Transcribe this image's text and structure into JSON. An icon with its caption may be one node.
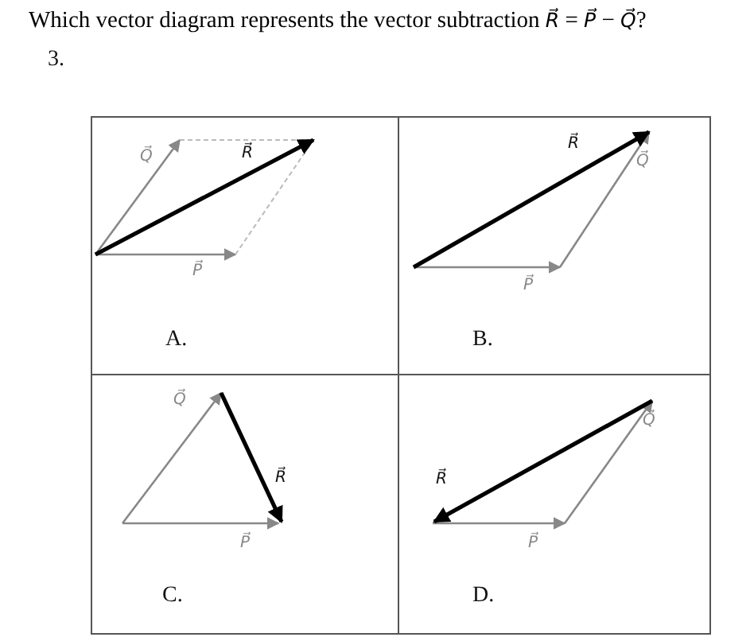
{
  "diagram": {
    "title": "Which vector diagram represents the vector subtraction *R⃗* = *P⃗* − *Q⃗*?",
    "nodes": [
      {
        "text": [
          "A."
        ]
      },
      {
        "text": [
          "B."
        ]
      },
      {
        "text": [
          "C."
        ]
      },
      {
        "text": [
          "D."
        ]
      }
    ],
    "edges": [],
    "labels": [
      "3.",
      "Q⃗",
      "R⃗",
      "P⃗",
      "R⃗",
      "Q⃗",
      "P⃗",
      "Q⃗",
      "R⃗",
      "P⃗",
      "Q⃗",
      "R⃗",
      "P⃗"
    ]
  }
}
